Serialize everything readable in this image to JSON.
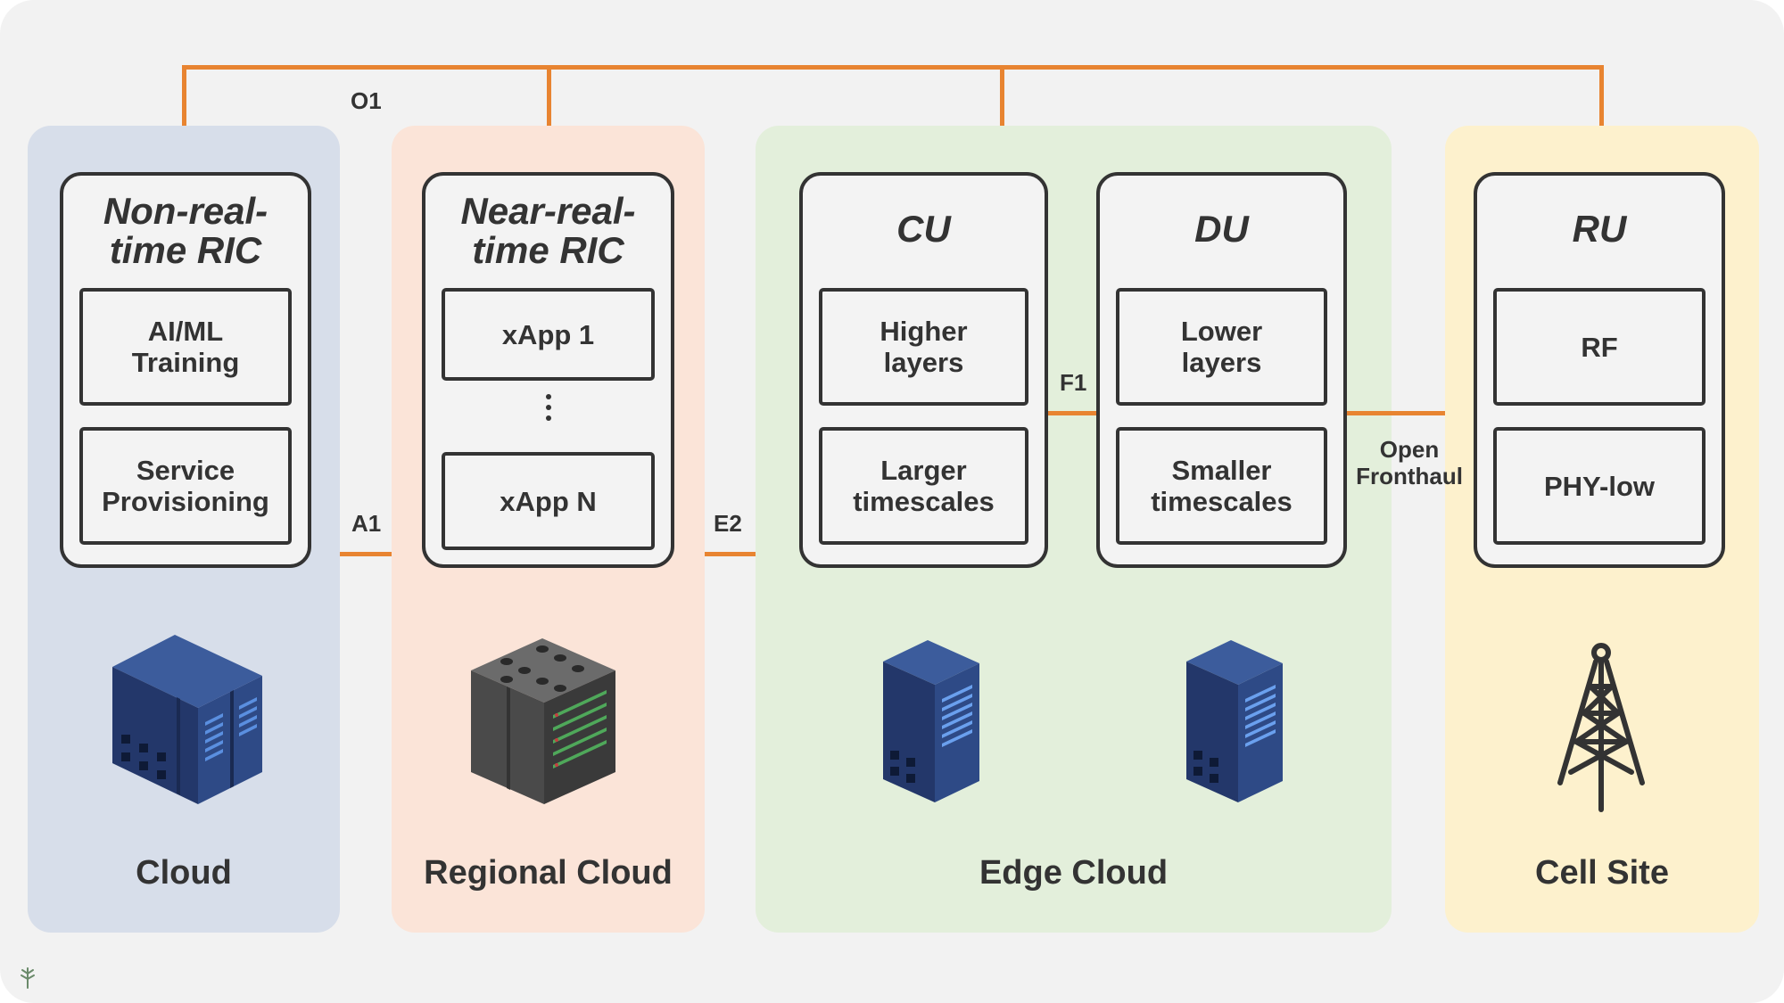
{
  "zones": {
    "cloud": "Cloud",
    "regional": "Regional Cloud",
    "edge": "Edge Cloud",
    "cell": "Cell Site"
  },
  "interfaces": {
    "o1": "O1",
    "a1": "A1",
    "e2": "E2",
    "f1": "F1",
    "fronthaul": "Open\nFronthaul"
  },
  "modules": {
    "non_rt_ric": {
      "title": "Non-real-\ntime RIC",
      "items": [
        "AI/ML\nTraining",
        "Service\nProvisioning"
      ]
    },
    "near_rt_ric": {
      "title": "Near-real-\ntime RIC",
      "items": [
        "xApp 1",
        "xApp N"
      ]
    },
    "cu": {
      "title": "CU",
      "items": [
        "Higher\nlayers",
        "Larger\ntimescales"
      ]
    },
    "du": {
      "title": "DU",
      "items": [
        "Lower\nlayers",
        "Smaller\ntimescales"
      ]
    },
    "ru": {
      "title": "RU",
      "items": [
        "RF",
        "PHY-low"
      ]
    }
  },
  "colors": {
    "connector": "#e88431",
    "cloud_zone": "#d7deea",
    "regional_zone": "#fbe4d8",
    "edge_zone": "#e3efdb",
    "cell_zone": "#fdf1cd",
    "server": "#2e4a86"
  },
  "icons": [
    "server-rack-icon",
    "storage-server-icon",
    "server-tower-icon",
    "cell-tower-icon",
    "leaf-icon"
  ]
}
